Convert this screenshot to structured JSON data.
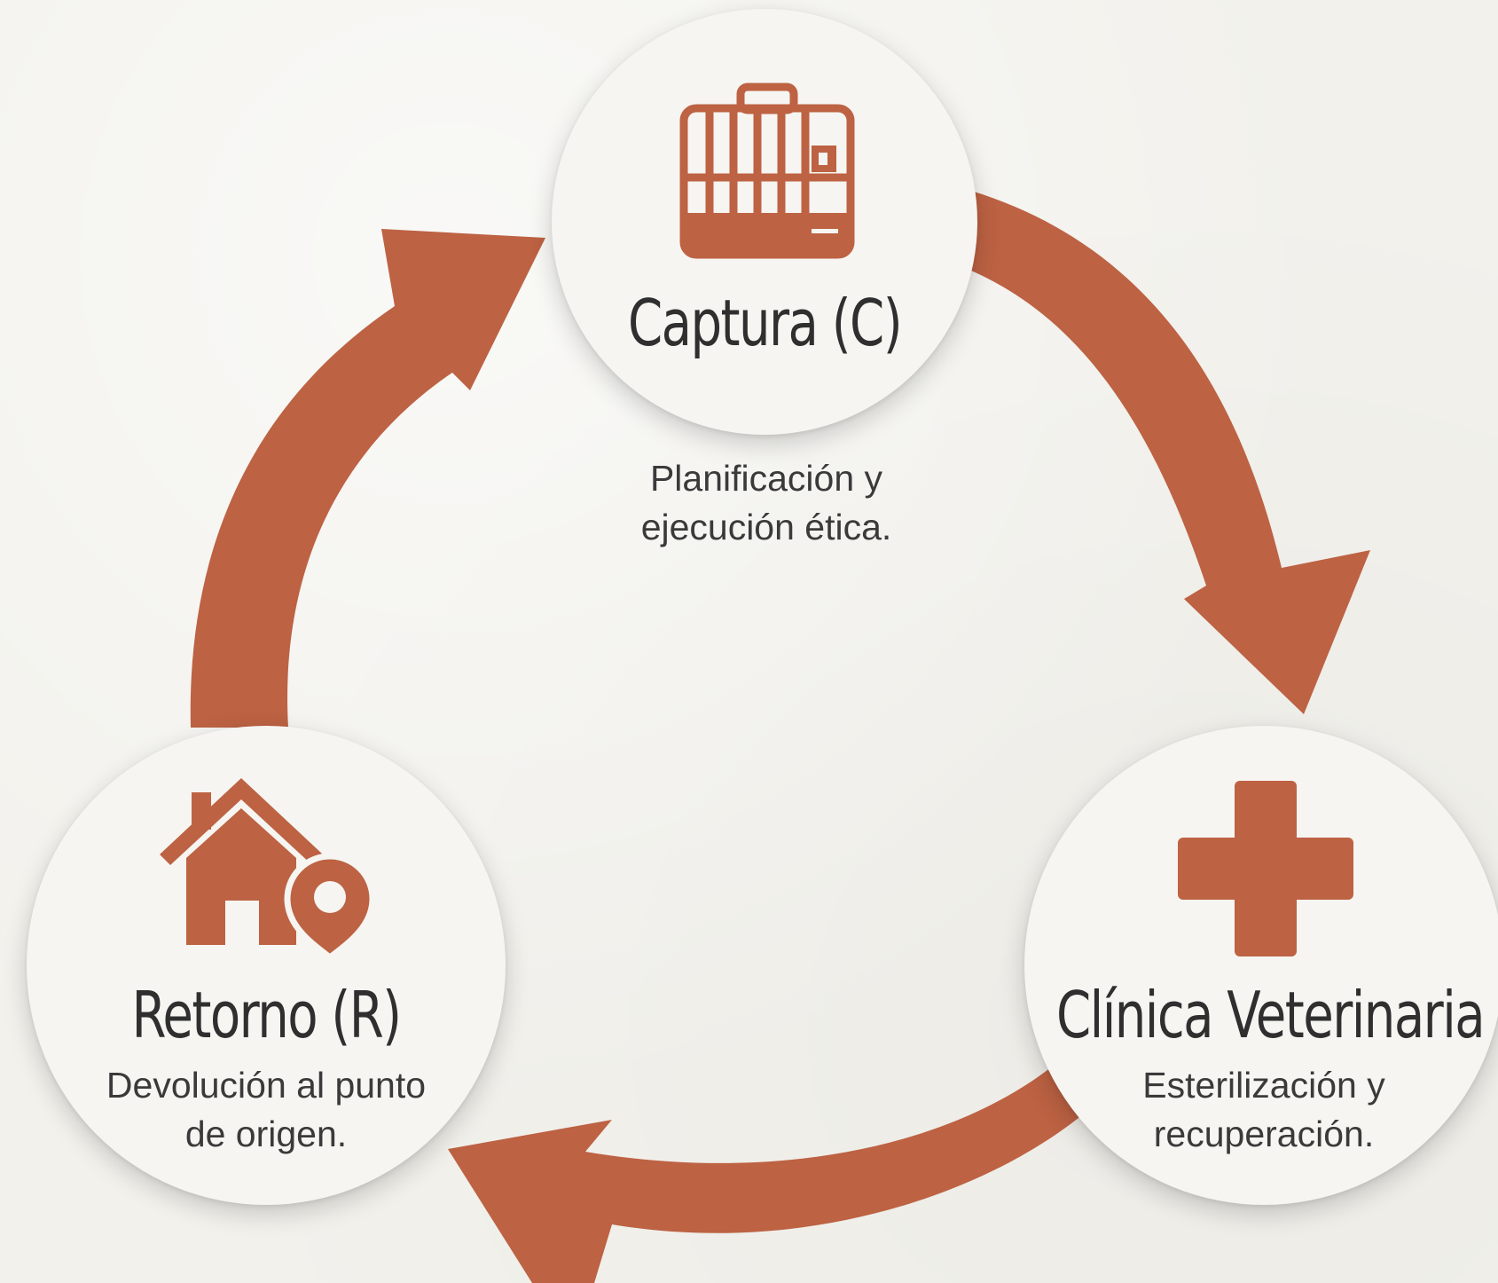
{
  "accent_color": "#bd6243",
  "nodes": {
    "captura": {
      "icon": "pet-carrier-cage-icon",
      "title": "Captura (C)",
      "desc_line1": "Planificación y",
      "desc_line2": "ejecución ética."
    },
    "clinica": {
      "icon": "medical-cross-icon",
      "title": "Clínica Veterinaria",
      "desc_line1": "Esterilización y",
      "desc_line2": "recuperación."
    },
    "retorno": {
      "icon": "home-location-pin-icon",
      "title": "Retorno (R)",
      "desc_line1": "Devolución al punto",
      "desc_line2": "de origen."
    }
  },
  "edges": [
    {
      "from": "captura",
      "to": "clinica"
    },
    {
      "from": "clinica",
      "to": "retorno"
    },
    {
      "from": "retorno",
      "to": "captura"
    }
  ]
}
